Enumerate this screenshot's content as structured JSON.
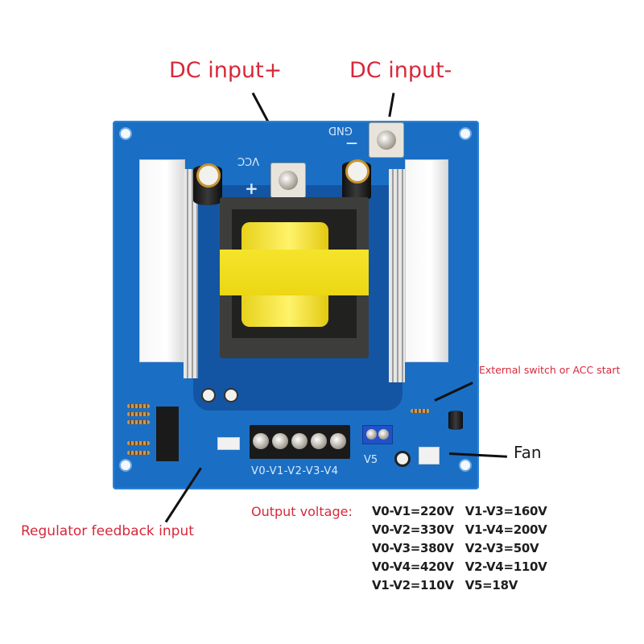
{
  "callouts": {
    "dc_input_plus": "DC input+",
    "dc_input_minus": "DC input-",
    "external_switch": "External switch or ACC start",
    "fan": "Fan",
    "regulator_feedback": "Regulator feedback input",
    "output_voltage_label": "Output voltage:"
  },
  "board_silkscreen": {
    "vcc": "VCC",
    "gnd": "GND",
    "plus": "+",
    "minus": "—",
    "terminal_labels": "V0-V1-V2-V3-V4",
    "v5": "V5"
  },
  "output_voltages": {
    "column_left": [
      "V0-V1=220V",
      "V0-V2=330V",
      "V0-V3=380V",
      "V0-V4=420V",
      "V1-V2=110V"
    ],
    "column_right": [
      "V1-V3=160V",
      "V1-V4=200V",
      "V2-V3=50V",
      "V2-V4=110V",
      "V5=18V"
    ]
  },
  "colors": {
    "callout_red": "#d8283a",
    "pcb_blue": "#1a6fc4",
    "transformer_yellow": "#f0dc1e",
    "text_dark": "#1e1e1e"
  }
}
